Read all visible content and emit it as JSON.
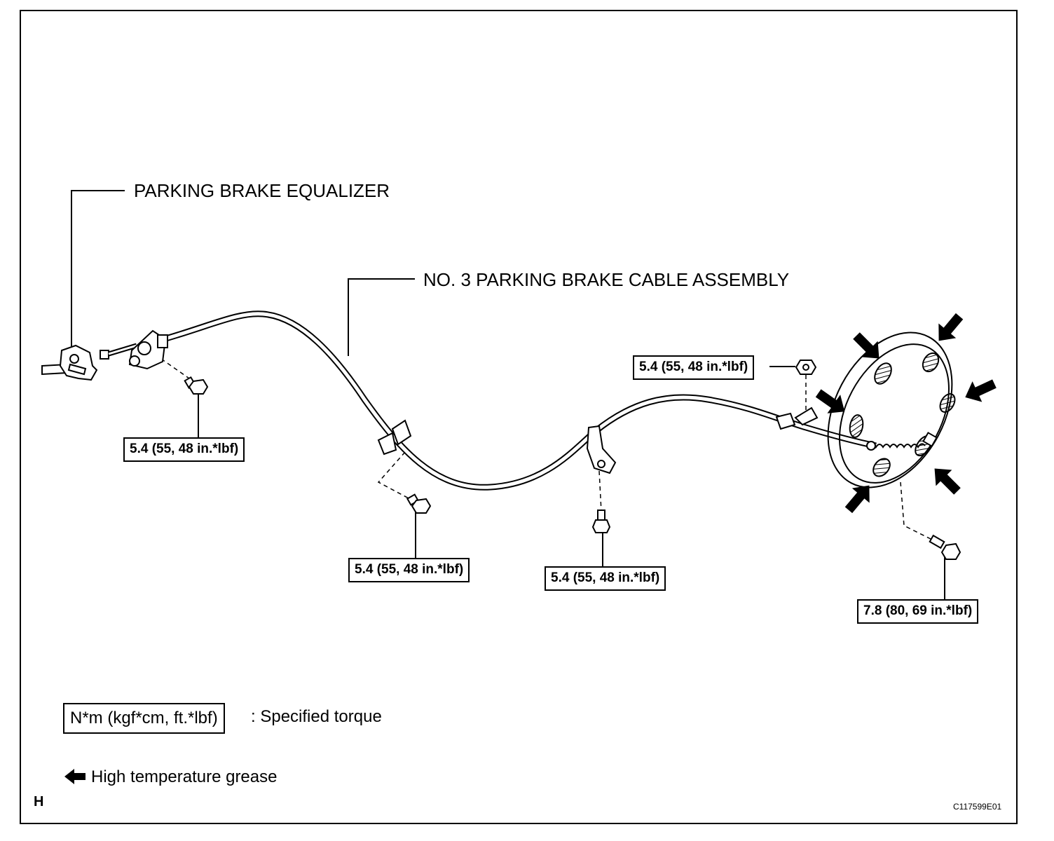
{
  "labels": {
    "equalizer": "PARKING BRAKE EQUALIZER",
    "cable": "NO. 3 PARKING BRAKE CABLE ASSEMBLY"
  },
  "torque_values": {
    "left_bolt": "5.4 (55, 48 in.*lbf)",
    "mid_left_bolt": "5.4 (55, 48 in.*lbf)",
    "mid_right_bolt": "5.4 (55, 48 in.*lbf)",
    "top_right_nut": "5.4 (55, 48 in.*lbf)",
    "backing_plate_bolt": "7.8 (80, 69 in.*lbf)"
  },
  "legend": {
    "torque_unit_box": "N*m (kgf*cm, ft.*lbf)",
    "torque_unit_text": ": Specified torque",
    "grease_text": "High temperature grease",
    "grease_icon": "arrow-left-icon"
  },
  "corner_letter": "H",
  "figure_code": "C117599E01"
}
